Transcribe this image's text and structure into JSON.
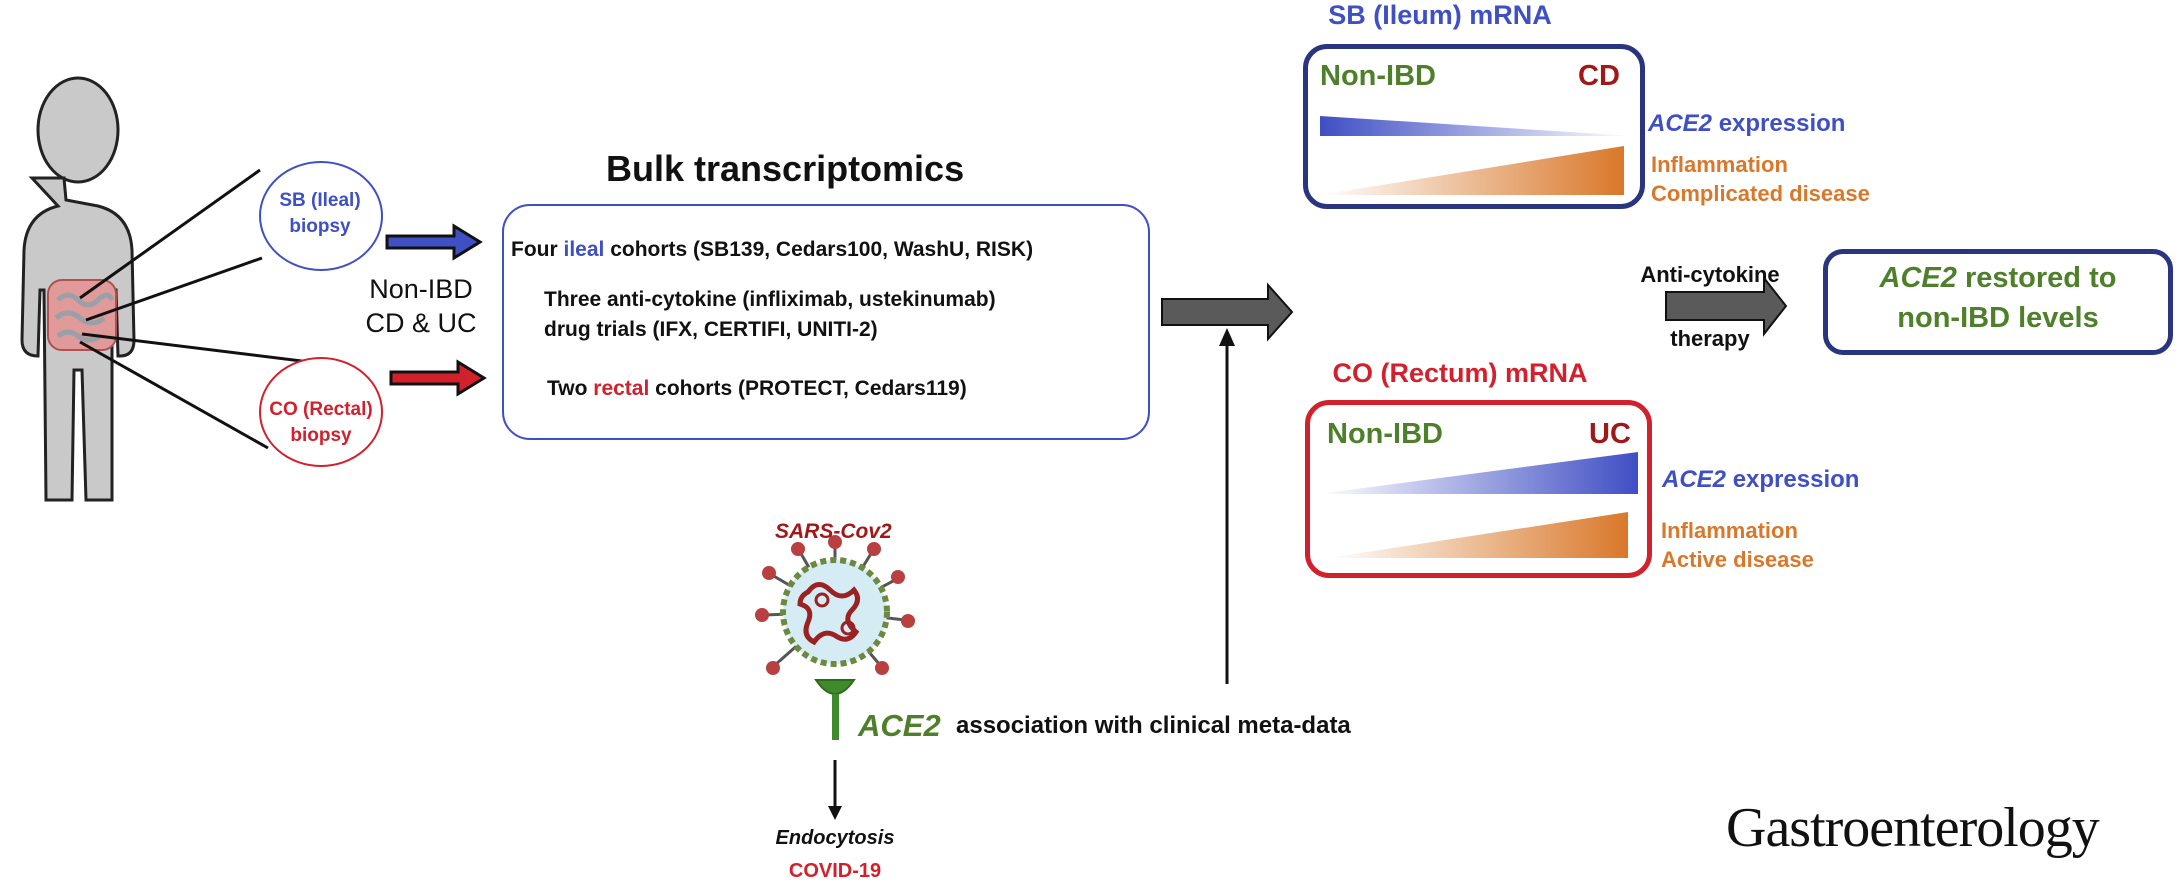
{
  "colors": {
    "blue": "#3f4fc4",
    "red": "#d2202c",
    "dark_red": "#a01818",
    "green": "#4e7f2a",
    "orange": "#d9782a",
    "navy": "#2a3580",
    "gray_arrow": "#5a5a5a",
    "body_gray": "#c9c9c9"
  },
  "icons": {
    "person": "human-figure-icon",
    "virus": "sars-cov2-virus-icon",
    "receptor": "ace2-receptor-icon"
  },
  "biopsy": {
    "sb": {
      "line1": "SB (Ileal)",
      "line2": "biopsy"
    },
    "co": {
      "line1": "CO (Rectal)",
      "line2": "biopsy"
    },
    "groups": {
      "line1": "Non-IBD",
      "line2": "CD & UC"
    }
  },
  "bulk": {
    "title": "Bulk transcriptomics",
    "line1": {
      "pre": "Four ",
      "highlight": "ileal",
      "post": " cohorts (SB139, Cedars100, WashU, RISK)"
    },
    "line2a": "Three anti-cytokine (infliximab, ustekinumab)",
    "line2b": "drug trials (IFX, CERTIFI, UNITI-2)",
    "line3": {
      "pre": "Two ",
      "highlight": "rectal",
      "post": " cohorts (PROTECT, Cedars119)"
    }
  },
  "sb_panel": {
    "title": "SB (Ileum) mRNA",
    "left": "Non-IBD",
    "right": "CD",
    "ace2_gene": "ACE2",
    "ace2_rest": " expression",
    "infl1": "Inflammation",
    "infl2": "Complicated disease"
  },
  "co_panel": {
    "title": "CO (Rectum) mRNA",
    "left": "Non-IBD",
    "right": "UC",
    "ace2_gene": "ACE2",
    "ace2_rest": " expression",
    "infl1": "Inflammation",
    "infl2": "Active disease"
  },
  "therapy": {
    "line1": "Anti-cytokine",
    "line2": "therapy"
  },
  "restored": {
    "gene": "ACE2",
    "rest": " restored to",
    "line2": "non-IBD levels"
  },
  "virus": {
    "label": "SARS-Cov2",
    "receptor": "ACE2",
    "association": "association with clinical meta-data",
    "endo": "Endocytosis",
    "covid": "COVID-19"
  },
  "journal": "Gastroenterology"
}
